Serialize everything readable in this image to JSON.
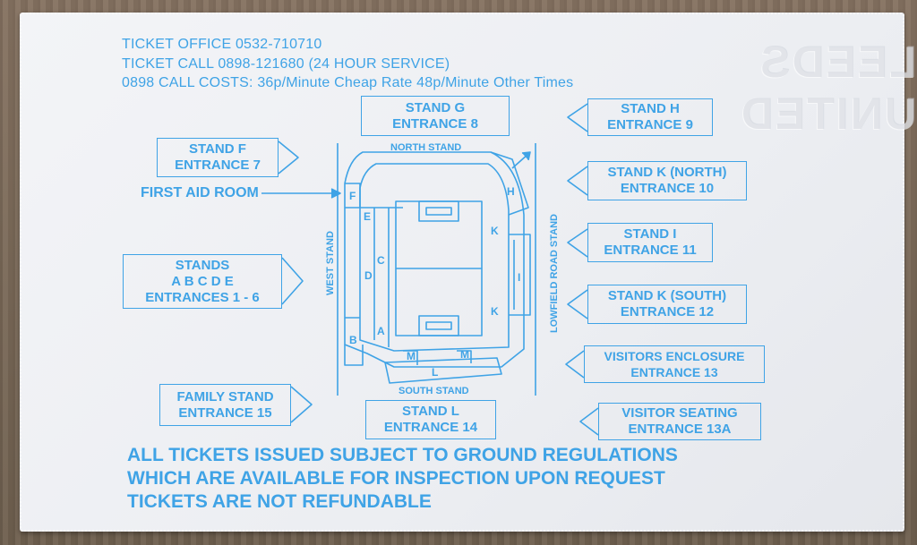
{
  "header": {
    "ticket_office": "TICKET OFFICE  0532-710710",
    "ticket_call": "TICKET CALL     0898-121680 (24 HOUR SERVICE)",
    "call_costs": "0898 CALL COSTS: 36p/Minute Cheap Rate  48p/Minute Other Times"
  },
  "emboss_text": "LEEDS UNITED",
  "boxes": {
    "stand_g": [
      "STAND G",
      "ENTRANCE 8"
    ],
    "stand_h": [
      "STAND H",
      "ENTRANCE 9"
    ],
    "stand_f": [
      "STAND F",
      "ENTRANCE 7"
    ],
    "stand_k_north": [
      "STAND K (NORTH)",
      "ENTRANCE 10"
    ],
    "stand_i": [
      "STAND I",
      "ENTRANCE 11"
    ],
    "stands_abcde": [
      "STANDS",
      "A B C D E",
      "ENTRANCES 1 - 6"
    ],
    "stand_k_south": [
      "STAND K (SOUTH)",
      "ENTRANCE 12"
    ],
    "visitors_enclosure": [
      "VISITORS ENCLOSURE",
      "ENTRANCE 13"
    ],
    "family_stand": [
      "FAMILY STAND",
      "ENTRANCE 15"
    ],
    "stand_l": [
      "STAND L",
      "ENTRANCE 14"
    ],
    "visitor_seating": [
      "VISITOR SEATING",
      "ENTRANCE 13A"
    ]
  },
  "map": {
    "first_aid": "FIRST AID ROOM",
    "north_stand": "NORTH STAND",
    "south_stand": "SOUTH STAND",
    "west_stand": "WEST STAND",
    "lowfield_road_stand": "LOWFIELD ROAD STAND",
    "stand_letters": {
      "F": "F",
      "E": "E",
      "C": "C",
      "D": "D",
      "A": "A",
      "B": "B",
      "H": "H",
      "K1": "K",
      "I": "I",
      "K2": "K",
      "L": "L",
      "M1": "M",
      "M2": "M"
    }
  },
  "footer": {
    "line1": "ALL TICKETS ISSUED SUBJECT TO GROUND REGULATIONS",
    "line2": "WHICH ARE AVAILABLE FOR INSPECTION UPON REQUEST",
    "line3": "TICKETS ARE NOT REFUNDABLE"
  },
  "colors": {
    "ink": "#3fa3e6",
    "paper": "#eef0f4"
  }
}
